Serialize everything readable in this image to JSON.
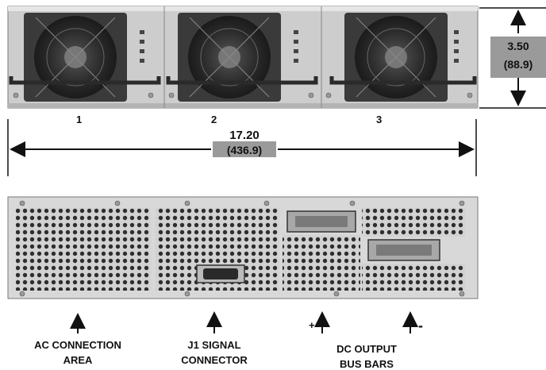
{
  "front_view": {
    "bays": [
      "1",
      "2",
      "3"
    ],
    "height_dim": {
      "inches": "3.50",
      "mm": "(88.9)"
    },
    "width_dim": {
      "inches": "17.20",
      "mm": "(436.9)"
    }
  },
  "rear_view": {
    "ac_label_line1": "AC CONNECTION",
    "ac_label_line2": "AREA",
    "j1_label_line1": "J1 SIGNAL",
    "j1_label_line2": "CONNECTOR",
    "dc_label_line1": "DC OUTPUT",
    "dc_label_line2": "BUS BARS",
    "positive_symbol": "+",
    "negative_symbol": "-"
  },
  "colors": {
    "chassis": "#cfcfcf",
    "fan_dark": "#2a2a2a",
    "dim_box": "#9a9a9a",
    "line": "#111111"
  }
}
